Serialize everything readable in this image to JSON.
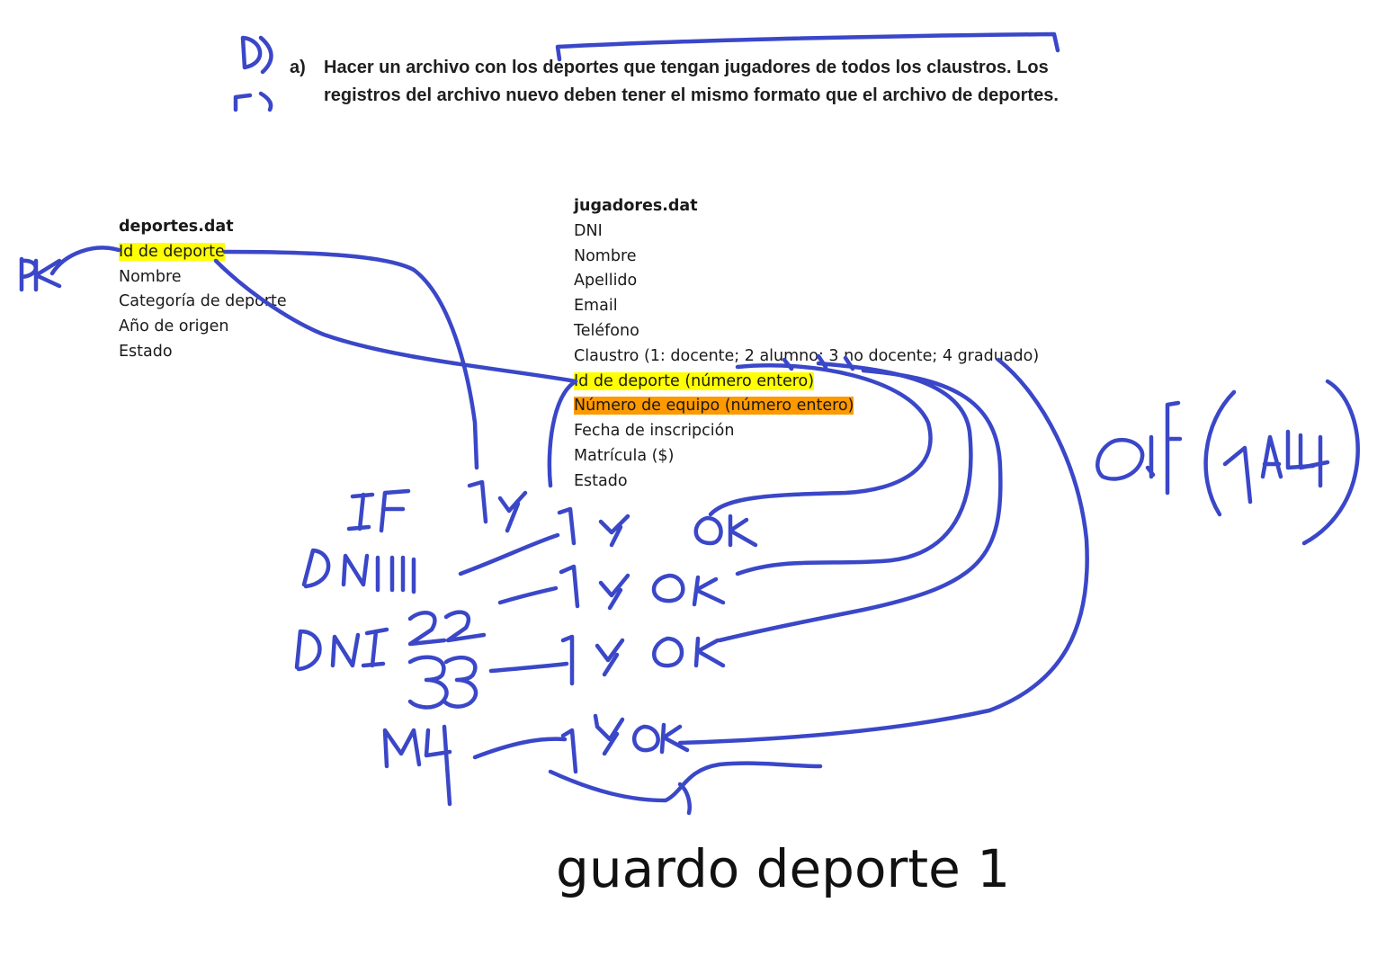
{
  "task": {
    "letter": "a)",
    "lines": [
      "Hacer un archivo con los deportes que tengan jugadores de todos los claustros. Los",
      "registros del archivo nuevo deben tener el mismo formato que el archivo de deportes."
    ]
  },
  "deportes_file": {
    "title": "deportes.dat",
    "fields": [
      {
        "label": "Id de deporte",
        "highlight": "yellow"
      },
      {
        "label": "Nombre",
        "highlight": ""
      },
      {
        "label": "Categoría de deporte",
        "highlight": ""
      },
      {
        "label": "Año de origen",
        "highlight": ""
      },
      {
        "label": "Estado",
        "highlight": ""
      }
    ]
  },
  "jugadores_file": {
    "title": "jugadores.dat",
    "fields": [
      {
        "label": "DNI",
        "highlight": ""
      },
      {
        "label": "Nombre",
        "highlight": ""
      },
      {
        "label": "Apellido",
        "highlight": ""
      },
      {
        "label": "Email",
        "highlight": ""
      },
      {
        "label": "Teléfono",
        "highlight": ""
      },
      {
        "label": "Claustro (1: docente; 2 alumno; 3 no docente; 4 graduado)",
        "highlight": ""
      },
      {
        "label": "Id de deporte (número entero)",
        "highlight": "yellow"
      },
      {
        "label": "Número de equipo (número entero)",
        "highlight": "orange"
      },
      {
        "label": "Fecha de inscripción",
        "highlight": ""
      },
      {
        "label": "Matrícula ($)",
        "highlight": ""
      },
      {
        "label": "Estado",
        "highlight": ""
      }
    ]
  },
  "handwriting": {
    "margin_labels": [
      "D)",
      "E)"
    ],
    "pk": "PK",
    "condition": "IF",
    "rows": [
      {
        "left": "",
        "value": "1 y",
        "status": "OK"
      },
      {
        "left": "DNI 11",
        "value": "1 y",
        "status": "OK"
      },
      {
        "left": "DNI 22",
        "value": "1 y",
        "status": "OK"
      },
      {
        "left": "33",
        "value": "1 y",
        "status": "OK"
      },
      {
        "left": "44",
        "value": "1 y",
        "status": "OK"
      }
    ],
    "right_note": "if (1 a 4)"
  },
  "caption": "guardo deporte 1",
  "colors": {
    "ink": "#3a47c8",
    "highlight_yellow": "#ffff00",
    "highlight_orange": "#ff9900"
  }
}
